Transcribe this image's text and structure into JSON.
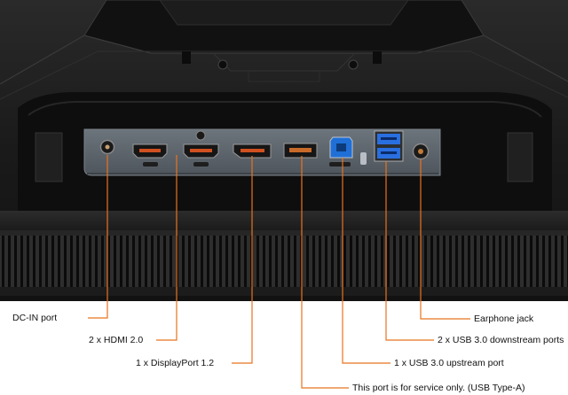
{
  "callouts": {
    "dc_in": "DC-IN port",
    "hdmi": "2 x HDMI 2.0",
    "displayport": "1 x DisplayPort 1.2",
    "service_port": "This port is for service only. (USB Type-A)",
    "earphone": "Earphone jack",
    "usb_downstream": "2 x USB 3.0 downstream ports",
    "usb_upstream": "1 x USB 3.0 upstream port"
  },
  "colors": {
    "leader_line": "#e8731d",
    "monitor_body": "#1e1e1e",
    "port_panel": "#5c646c",
    "usb_upstream_blue": "#1f6fd6",
    "usb_downstream_blue": "#2a6fe0"
  }
}
